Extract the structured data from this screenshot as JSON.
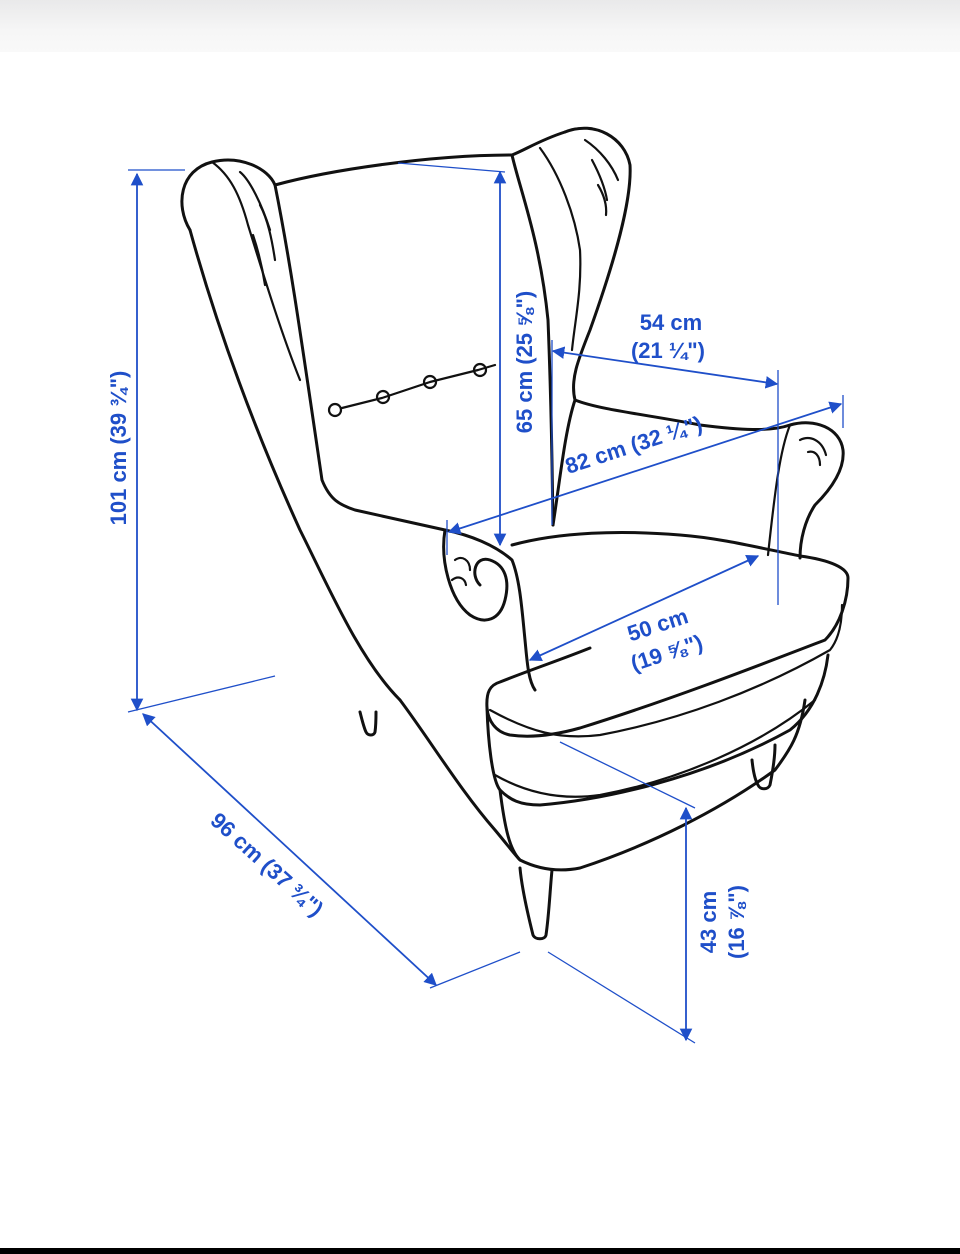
{
  "dimensions": {
    "height_total": "101 cm (39 ¾\")",
    "depth_total": "96 cm (37 ¾\")",
    "backrest_height": "65 cm (25 ⅝\")",
    "seat_depth_cm": "54 cm",
    "seat_depth_in": "(21 ¼\")",
    "width_total": "82 cm (32 ¼\")",
    "seat_width_cm": "50 cm",
    "seat_width_in": "(19 ⅝\")",
    "seat_height_cm": "43 cm",
    "seat_height_in": "(16 ⅞\")"
  },
  "colors": {
    "dimension_line": "#1f4fc9",
    "outline": "#111111",
    "background": "#ffffff"
  }
}
